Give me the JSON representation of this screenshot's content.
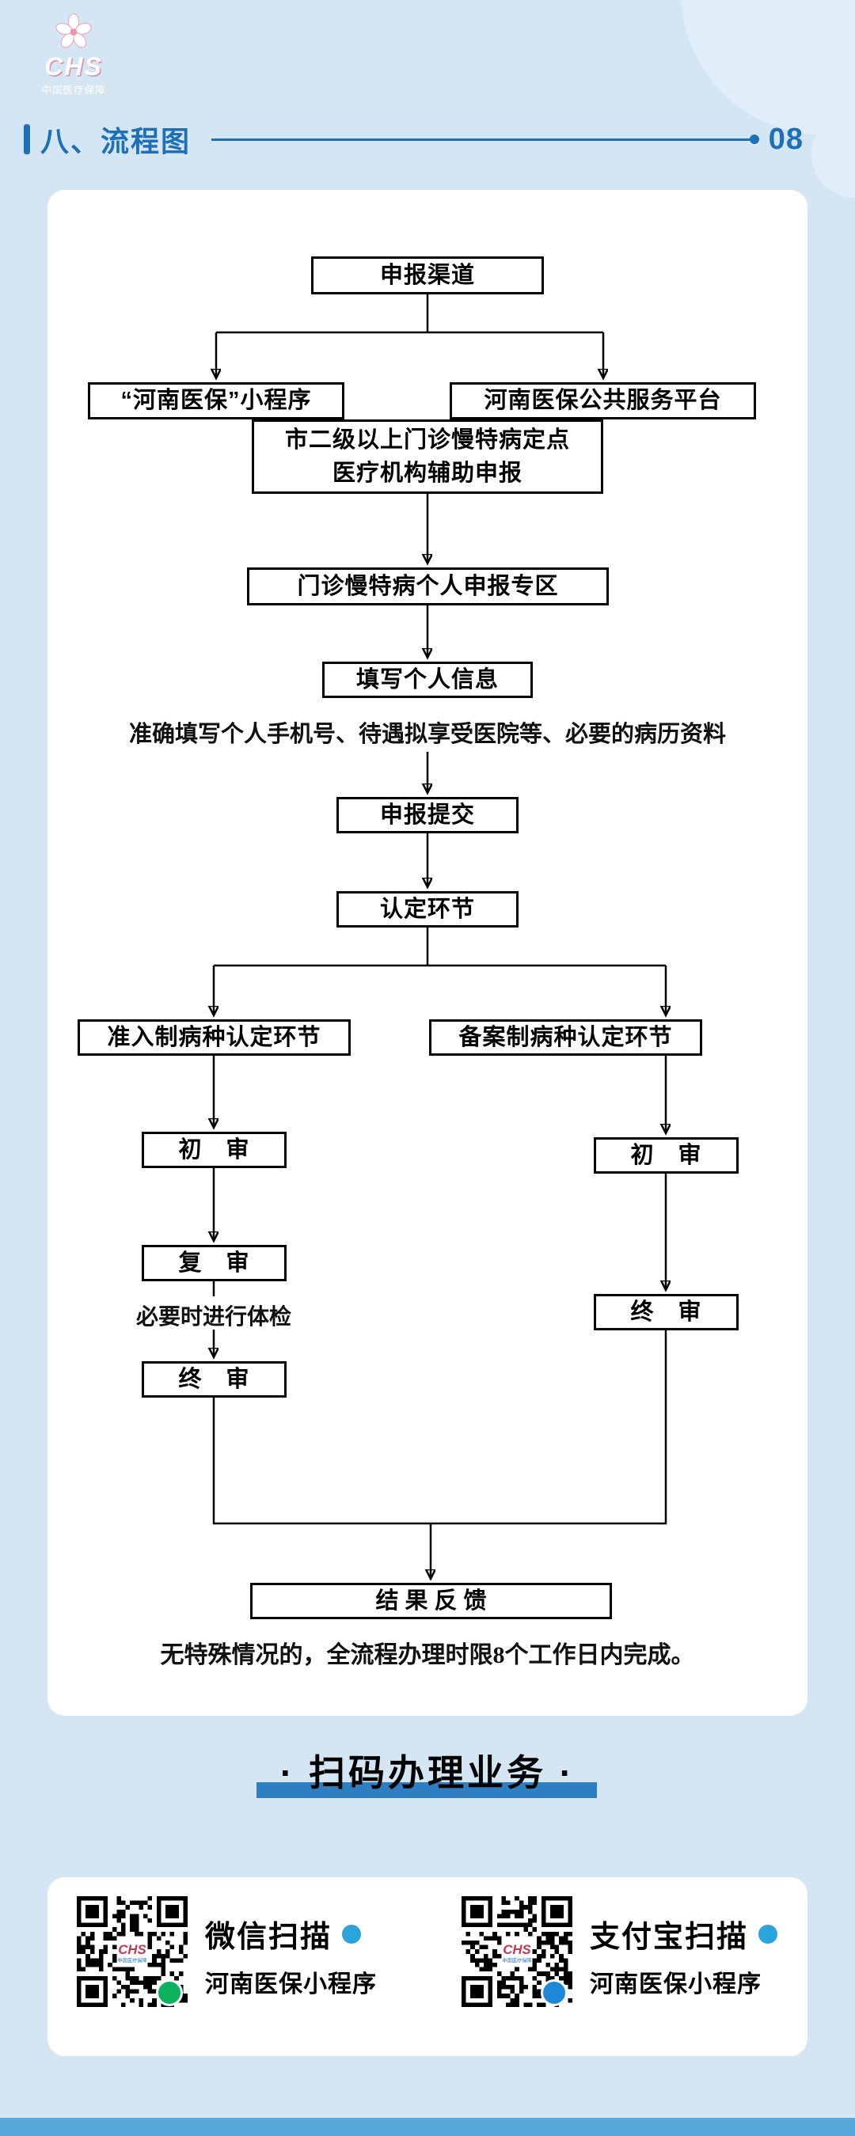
{
  "header": {
    "title": "八、流程图",
    "page_number": "08"
  },
  "logo": {
    "brand": "CHS",
    "subtitle": "中国医疗保障"
  },
  "flowchart": {
    "nodes": {
      "channel": "申报渠道",
      "mini_program": "“河南医保”小程序",
      "platform": "河南医保公共服务平台",
      "assist_line1": "市二级以上门诊慢特病定点",
      "assist_line2": "医疗机构辅助申报",
      "personal_zone": "门诊慢特病个人申报专区",
      "fill_info": "填写个人信息",
      "submit": "申报提交",
      "determination": "认定环节",
      "admission_branch": "准入制病种认定环节",
      "filing_branch": "备案制病种认定环节",
      "left_first_review": "初　审",
      "left_second_review": "复　审",
      "left_final_review": "终　审",
      "right_first_review": "初　审",
      "right_final_review": "终　审",
      "result": "结果反馈"
    },
    "notes": {
      "fill_note": "准确填写个人手机号、待遇拟享受医院等、必要的病历资料",
      "physical_exam_note": "必要时进行体检",
      "deadline_note": "无特殊情况的，全流程办理时限8个工作日内完成。"
    }
  },
  "scan_section": {
    "title": "· 扫码办理业务 ·",
    "qr_logo": {
      "brand": "CHS",
      "subtitle": "中国医疗保障"
    },
    "wechat": {
      "label": "微信扫描",
      "caption": "河南医保小程序"
    },
    "alipay": {
      "label": "支付宝扫描",
      "caption": "河南医保小程序"
    }
  },
  "colors": {
    "accent_blue": "#1d6fb8",
    "background": "#d4e6f4",
    "underline_bar": "#2e7fc1",
    "bottom_bar": "#57a9dc",
    "wechat_green": "#0db25f",
    "alipay_blue": "#1e87d6",
    "label_dot": "#2ba3db"
  }
}
